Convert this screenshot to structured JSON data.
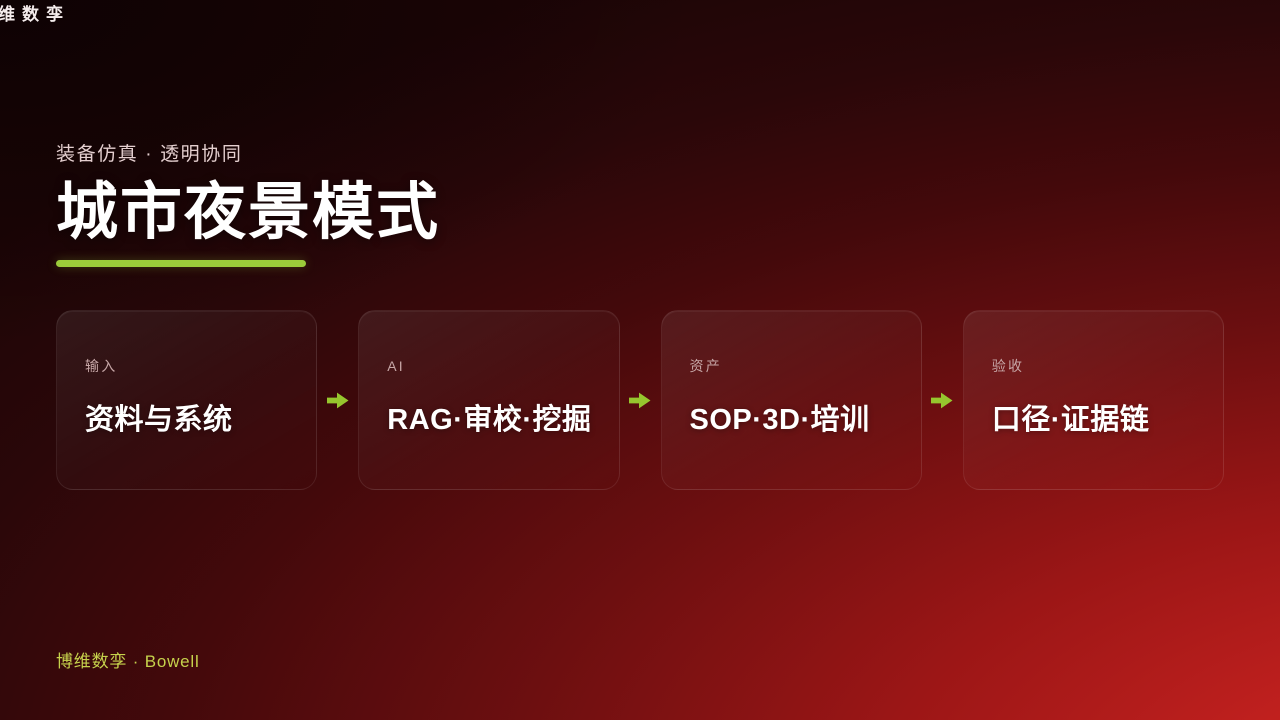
{
  "brand": {
    "logo_text": "博维数孪",
    "footer_text": "博维数孪 · Bowell"
  },
  "heading": {
    "eyebrow": "装备仿真 · 透明协同",
    "title": "城市夜景模式"
  },
  "pipeline": {
    "cards": [
      {
        "label": "输入",
        "title": "资料与系统"
      },
      {
        "label": "AI",
        "title": "RAG·审校·挖掘"
      },
      {
        "label": "资产",
        "title": "SOP·3D·培训"
      },
      {
        "label": "验收",
        "title": "口径·证据链"
      }
    ],
    "connector_icon": "arrow-right-icon"
  },
  "colors": {
    "accent_green": "#9bcc3a",
    "footer_green": "#c6d24c",
    "background_dark": "#230808",
    "background_red": "#c62222",
    "card_label": "#c6a6a6",
    "text_white": "#ffffff"
  }
}
